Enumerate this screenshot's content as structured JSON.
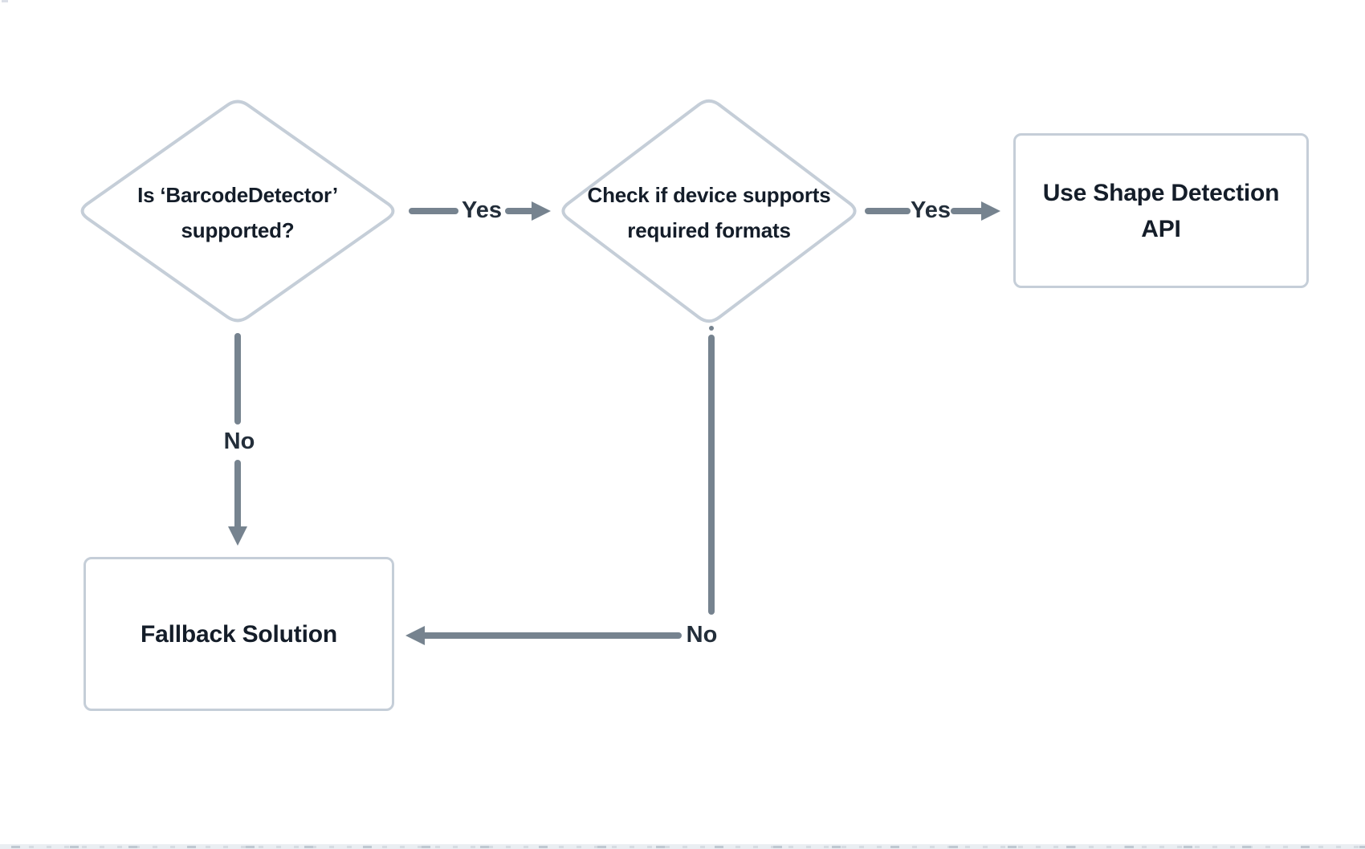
{
  "flowchart": {
    "decision_barcode": {
      "line1": "Is ‘BarcodeDetector’",
      "line2": "supported?"
    },
    "decision_formats": {
      "line1": "Check if device supports",
      "line2": "required formats"
    },
    "process_shape_api": {
      "line1": "Use Shape Detection",
      "line2": "API"
    },
    "process_fallback": {
      "label": "Fallback Solution"
    },
    "labels": {
      "yes1": "Yes",
      "yes2": "Yes",
      "no1": "No",
      "no2": "No"
    }
  },
  "colors": {
    "background": "#ffffff",
    "node_border": "#c5ced8",
    "connector": "#76838f",
    "node_text": "#141d29",
    "label_text": "#232e3a",
    "bottom_strip_bg": "#eaeef2",
    "bottom_strip_dash": "#bfc8d1"
  }
}
